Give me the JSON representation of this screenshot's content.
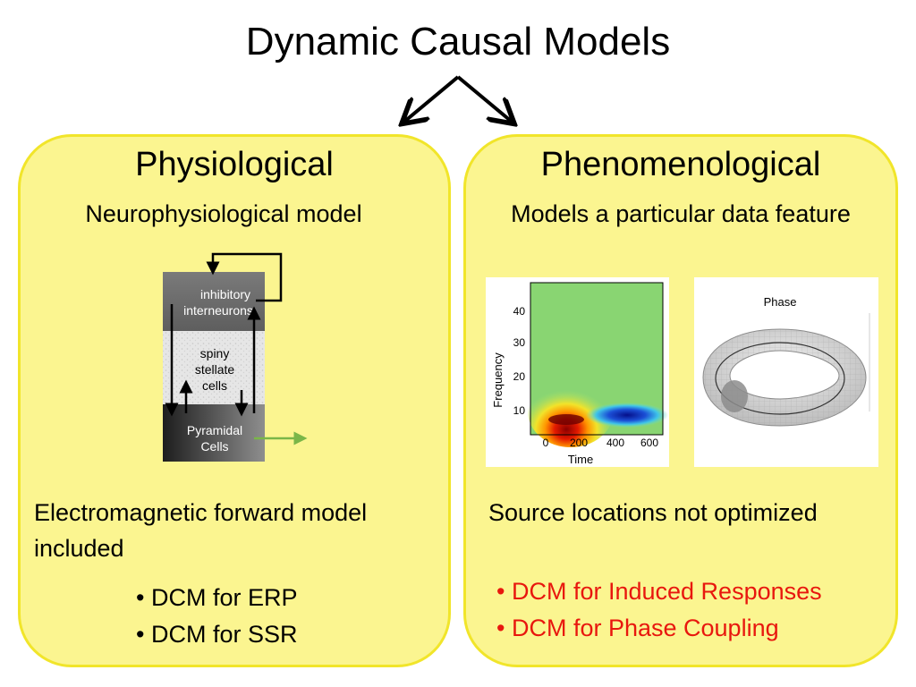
{
  "title": "Dynamic Causal Models",
  "left": {
    "heading": "Physiological",
    "subheading": "Neurophysiological model",
    "diagram": {
      "top_label": [
        "inhibitory",
        "interneurons"
      ],
      "middle_label": [
        "spiny",
        "stellate",
        "cells"
      ],
      "bottom_label": [
        "Pyramidal",
        "Cells"
      ]
    },
    "note_line1": "Electromagnetic forward model",
    "note_line2": "included",
    "bullets": [
      "DCM for ERP",
      "DCM for SSR"
    ]
  },
  "right": {
    "heading": "Phenomenological",
    "subheading": "Models a particular data feature",
    "spectrogram": {
      "xlabel": "Time",
      "ylabel": "Frequency",
      "xticks": [
        "0",
        "200",
        "400",
        "600"
      ],
      "yticks": [
        "10",
        "20",
        "30",
        "40"
      ]
    },
    "torus": {
      "label": "Phase"
    },
    "note": "Source locations not optimized",
    "bullets": [
      "DCM for Induced Responses",
      "DCM for Phase Coupling"
    ],
    "bullet_color": "#e8170e"
  },
  "colors": {
    "panel_fill": "#fbf590",
    "panel_border": "#f1e52a"
  }
}
